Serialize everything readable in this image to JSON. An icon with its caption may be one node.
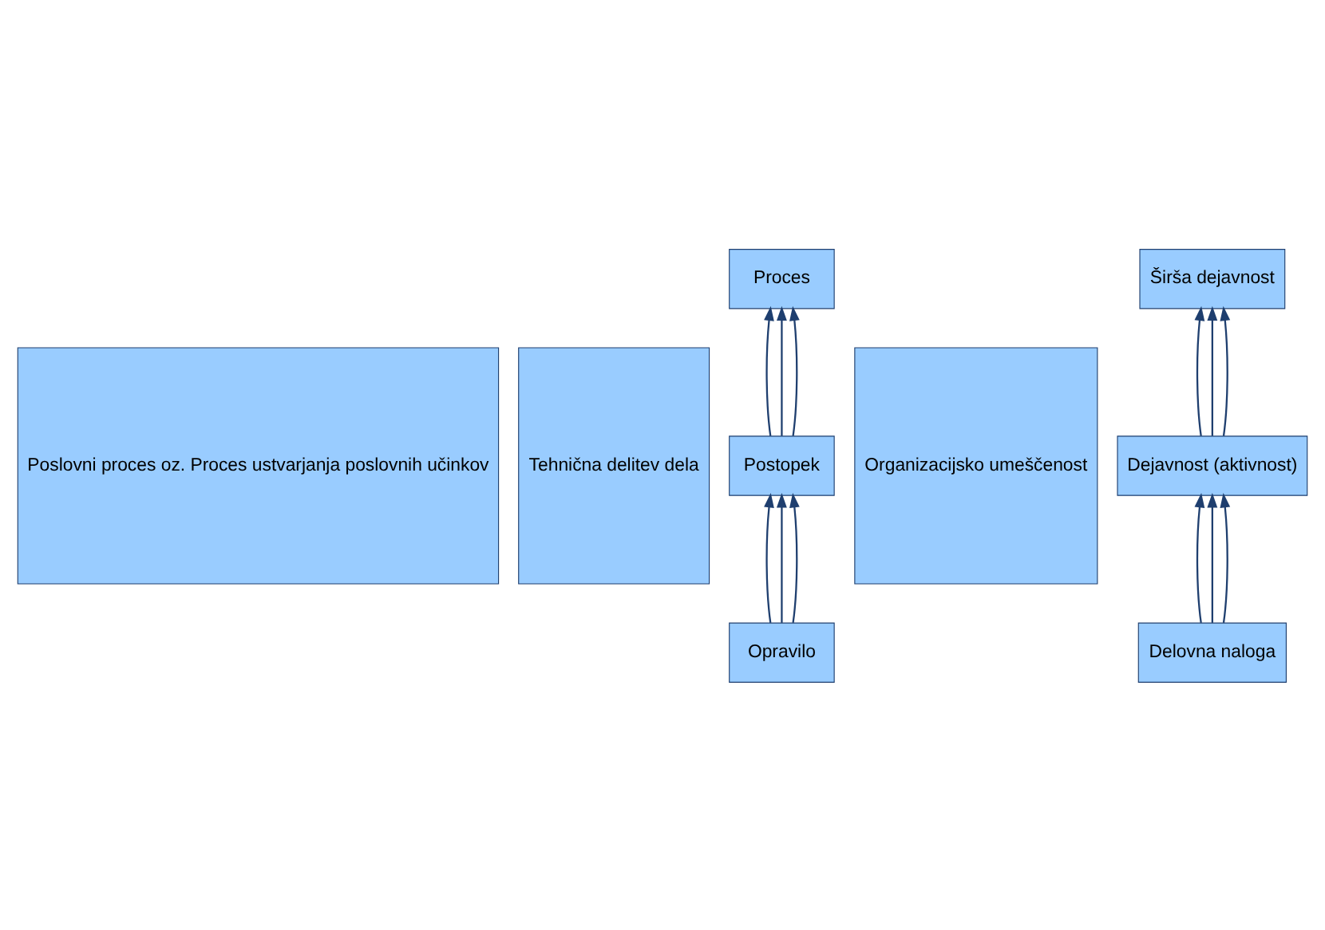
{
  "diagram": {
    "nodes": [
      {
        "text": [
          "Poslovni proces oz. Proces ustvarjanja poslovnih učinkov"
        ]
      },
      {
        "text": [
          "Tehnična delitev dela"
        ]
      },
      {
        "text": [
          "Proces"
        ]
      },
      {
        "text": [
          "Postopek"
        ]
      },
      {
        "text": [
          "Opravilo"
        ]
      },
      {
        "text": [
          "Organizacijsko umeščenost"
        ]
      },
      {
        "text": [
          "Širša dejavnost"
        ]
      },
      {
        "text": [
          "Dejavnost (aktivnost)"
        ]
      },
      {
        "text": [
          "Delovna naloga"
        ]
      }
    ],
    "edges": [
      {
        "from": 3,
        "to": 2,
        "arrow": "to"
      },
      {
        "from": 3,
        "to": 2,
        "arrow": "to"
      },
      {
        "from": 3,
        "to": 2,
        "arrow": "to"
      },
      {
        "from": 4,
        "to": 3,
        "arrow": "to"
      },
      {
        "from": 4,
        "to": 3,
        "arrow": "to"
      },
      {
        "from": 4,
        "to": 3,
        "arrow": "to"
      },
      {
        "from": 7,
        "to": 6,
        "arrow": "to"
      },
      {
        "from": 7,
        "to": 6,
        "arrow": "to"
      },
      {
        "from": 7,
        "to": 6,
        "arrow": "to"
      },
      {
        "from": 8,
        "to": 7,
        "arrow": "to"
      },
      {
        "from": 8,
        "to": 7,
        "arrow": "to"
      },
      {
        "from": 8,
        "to": 7,
        "arrow": "to"
      }
    ]
  }
}
